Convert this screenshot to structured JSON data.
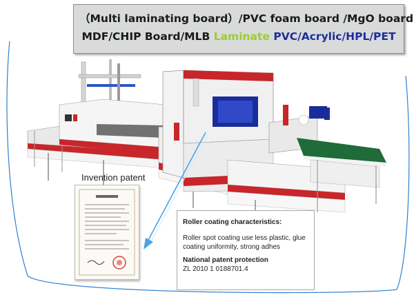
{
  "banner": {
    "line1": "（Multi laminating board）/PVC foam board /MgO board /",
    "line2_prefix": "MDF/CHIP Board/MLB",
    "line2_green": "Laminate",
    "line2_blue": "PVC/Acrylic/HPL/PET"
  },
  "patent": {
    "title": "Invention patent"
  },
  "callout": {
    "heading1": "Roller coating characteristics:",
    "body": "Roller spot coating use less plastic, glue coating uniformity, strong adhes",
    "heading2": "National patent protection",
    "number": "ZL 2010 1 0188701.4"
  },
  "colors": {
    "banner_bg": "#d9dada",
    "highlight_green": "#9acd32",
    "highlight_blue": "#1c2f9c",
    "machine_white": "#f2f2f2",
    "machine_stripe": "#c8262a",
    "belt_green": "#1f6b3a",
    "panel_blue": "#1a2c9a"
  }
}
